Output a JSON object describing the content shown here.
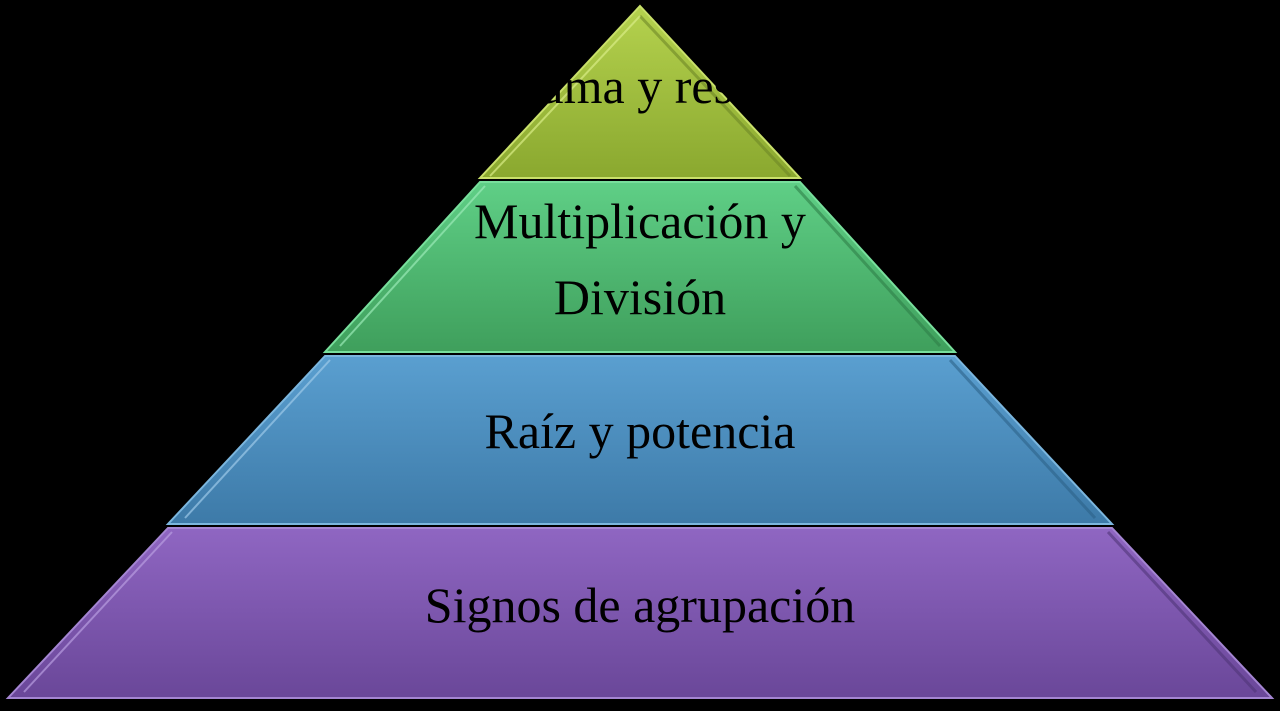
{
  "background_color": "#000000",
  "tiers": [
    {
      "lines": [
        "Suma y resta"
      ],
      "color": "#9bbb3b"
    },
    {
      "lines": [
        "Multiplicación y",
        "División"
      ],
      "color": "#4fb870"
    },
    {
      "lines": [
        "Raíz y potencia"
      ],
      "color": "#4a8fc0"
    },
    {
      "lines": [
        "Signos de agrupación"
      ],
      "color": "#7f5ab0"
    }
  ]
}
